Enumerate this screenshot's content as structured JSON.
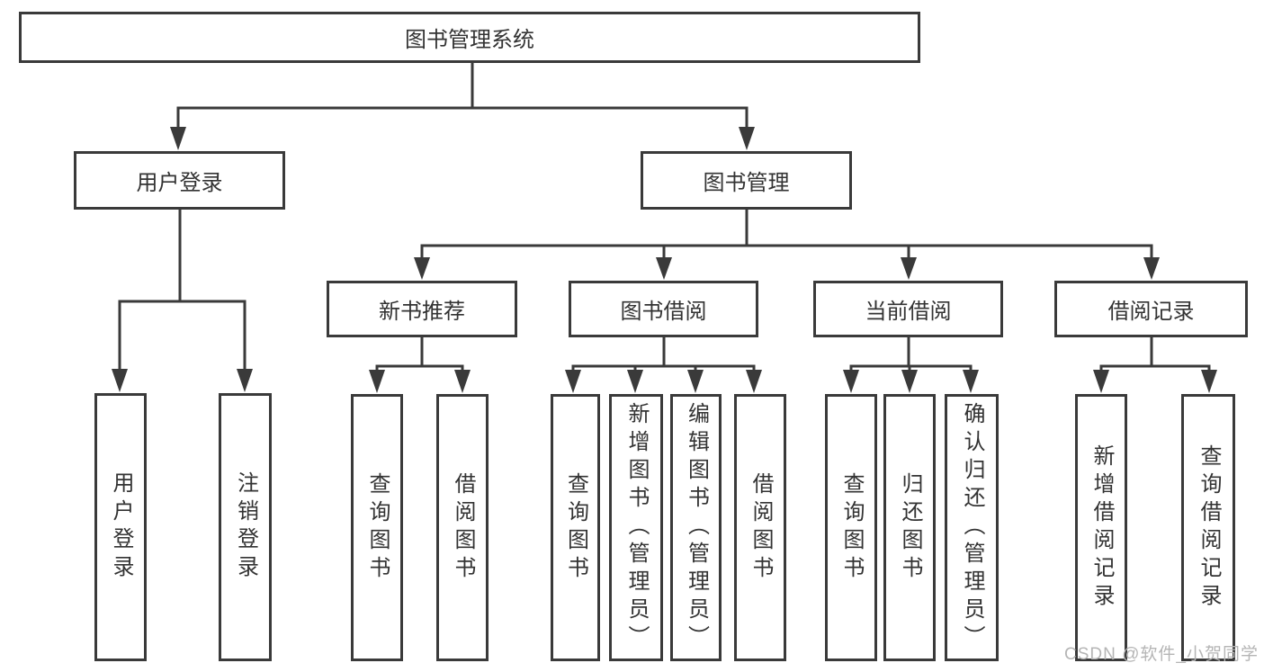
{
  "nodes": {
    "root": "图书管理系统",
    "user_login": "用户登录",
    "book_mgmt": "图书管理",
    "new_book_rec": "新书推荐",
    "book_borrow": "图书借阅",
    "current_borrow": "当前借阅",
    "borrow_records": "借阅记录",
    "leaf_user_login": "用户登录",
    "leaf_logout": "注销登录",
    "leaf_query_book_new": "查询图书",
    "leaf_borrow_book_new": "借阅图书",
    "leaf_query_book_borrow": "查询图书",
    "leaf_add_book_admin": "新增图书（管理员）",
    "leaf_edit_book_admin": "编辑图书（管理员）",
    "leaf_borrow_book_borrow": "借阅图书",
    "leaf_query_book_current": "查询图书",
    "leaf_return_book": "归还图书",
    "leaf_confirm_return_admin": "确认归还（管理员）",
    "leaf_add_borrow_record": "新增借阅记录",
    "leaf_query_borrow_record": "查询借阅记录"
  },
  "watermark": "CSDN @软件_小贺同学",
  "colors": {
    "line": "#3a3a3a",
    "text": "#333333",
    "watermark": "#b5b5b5",
    "background": "#ffffff"
  }
}
